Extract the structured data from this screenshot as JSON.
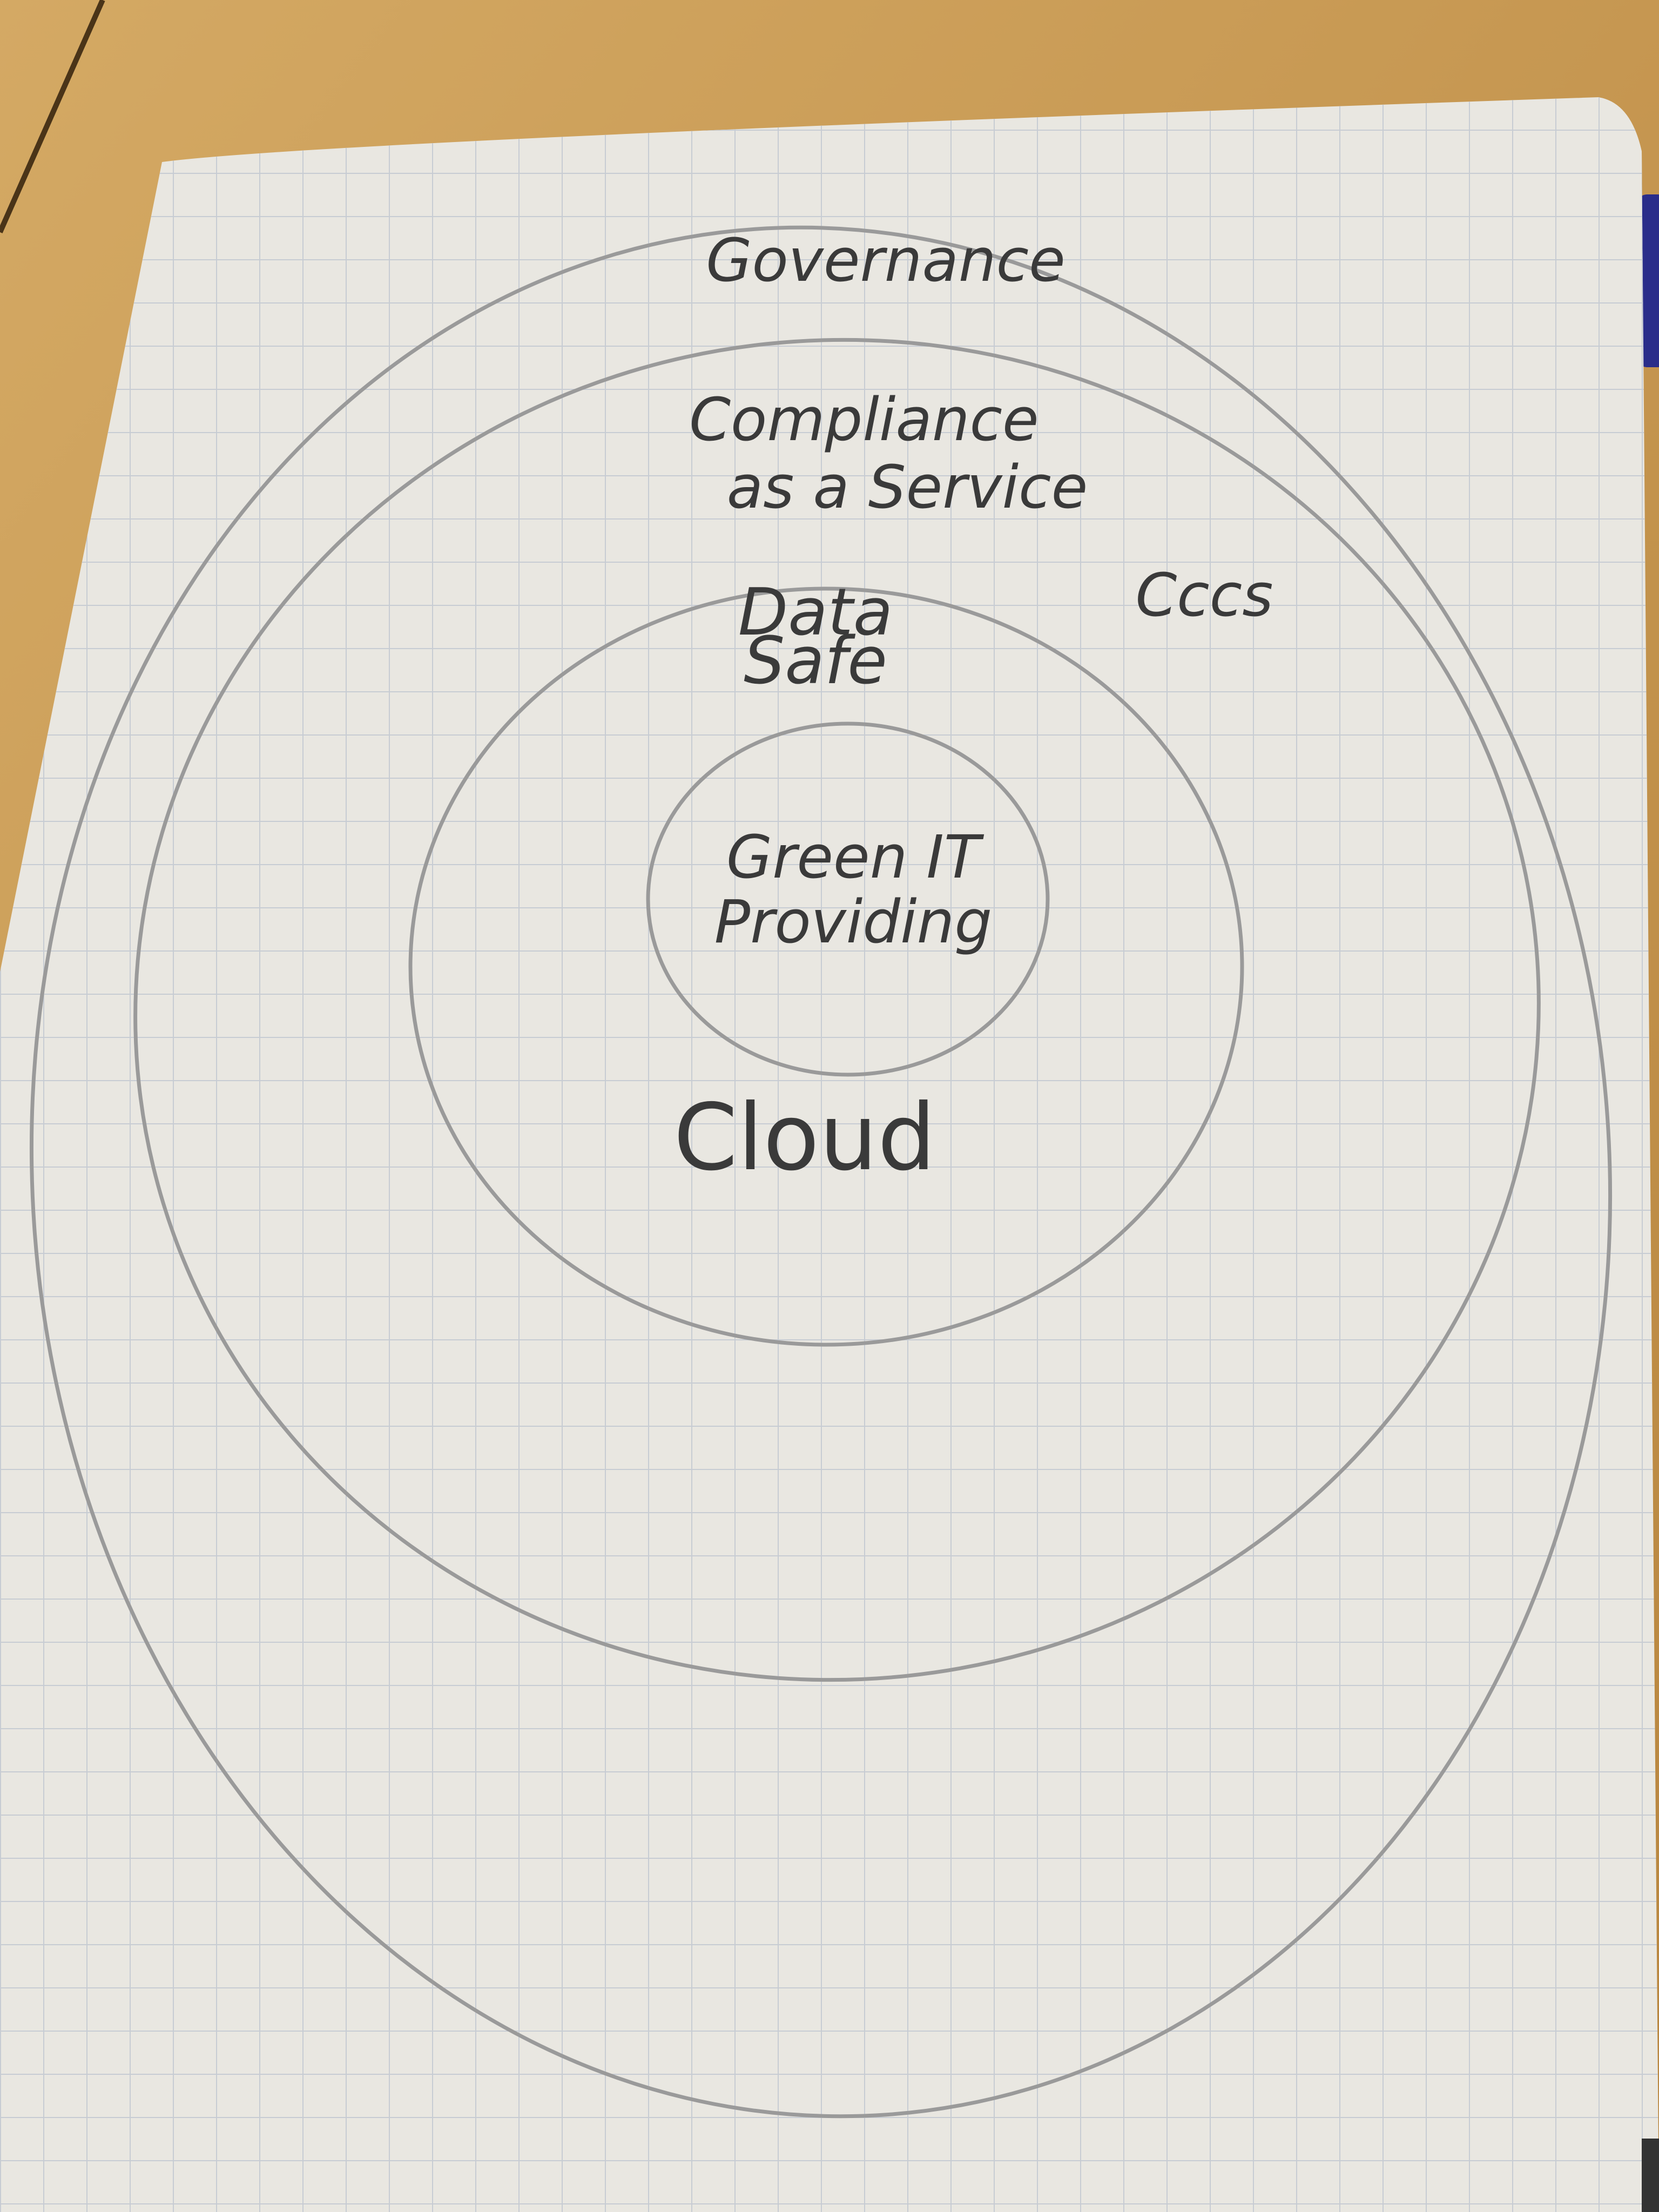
{
  "diagram": {
    "rings": [
      {
        "name": "governance",
        "label_lines": [
          "Governance"
        ]
      },
      {
        "name": "compliance",
        "label_lines": [
          "Compliance",
          "as a Service"
        ]
      },
      {
        "name": "data-safe",
        "label_lines": [
          "Data",
          "Safe"
        ]
      },
      {
        "name": "green-it",
        "label_lines": [
          "Green IT",
          "Providing"
        ]
      }
    ],
    "annotations": {
      "cloud": "Cloud",
      "ccs": "Cccs"
    }
  },
  "colors": {
    "table": "#c89a52",
    "paper": "#e9e7e1",
    "grid": "#c7ccd3",
    "pencil": "#9a9a9a",
    "ink": "#3a3a3a",
    "pen": "#2a2d8a"
  }
}
